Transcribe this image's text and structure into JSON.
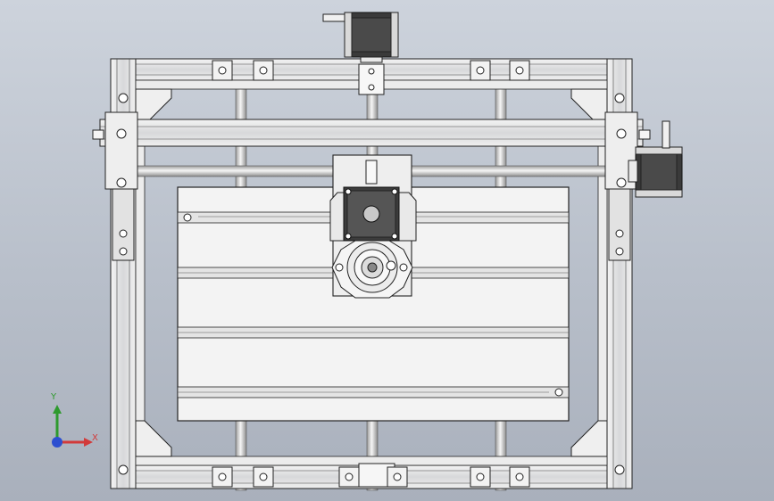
{
  "viewport": {
    "background_top": "#cdd3dc",
    "background_bottom": "#a9b0bc"
  },
  "model": {
    "description_icon": "cnc-router-top-view",
    "frame_color": "#e8e9ea",
    "line_color": "#222222",
    "motor_color": "#3a3a3a"
  },
  "triad": {
    "x_label": "X",
    "y_label": "Y",
    "x_color": "#d23a3a",
    "y_color": "#2e9a2e",
    "z_color": "#2d4fd0"
  }
}
